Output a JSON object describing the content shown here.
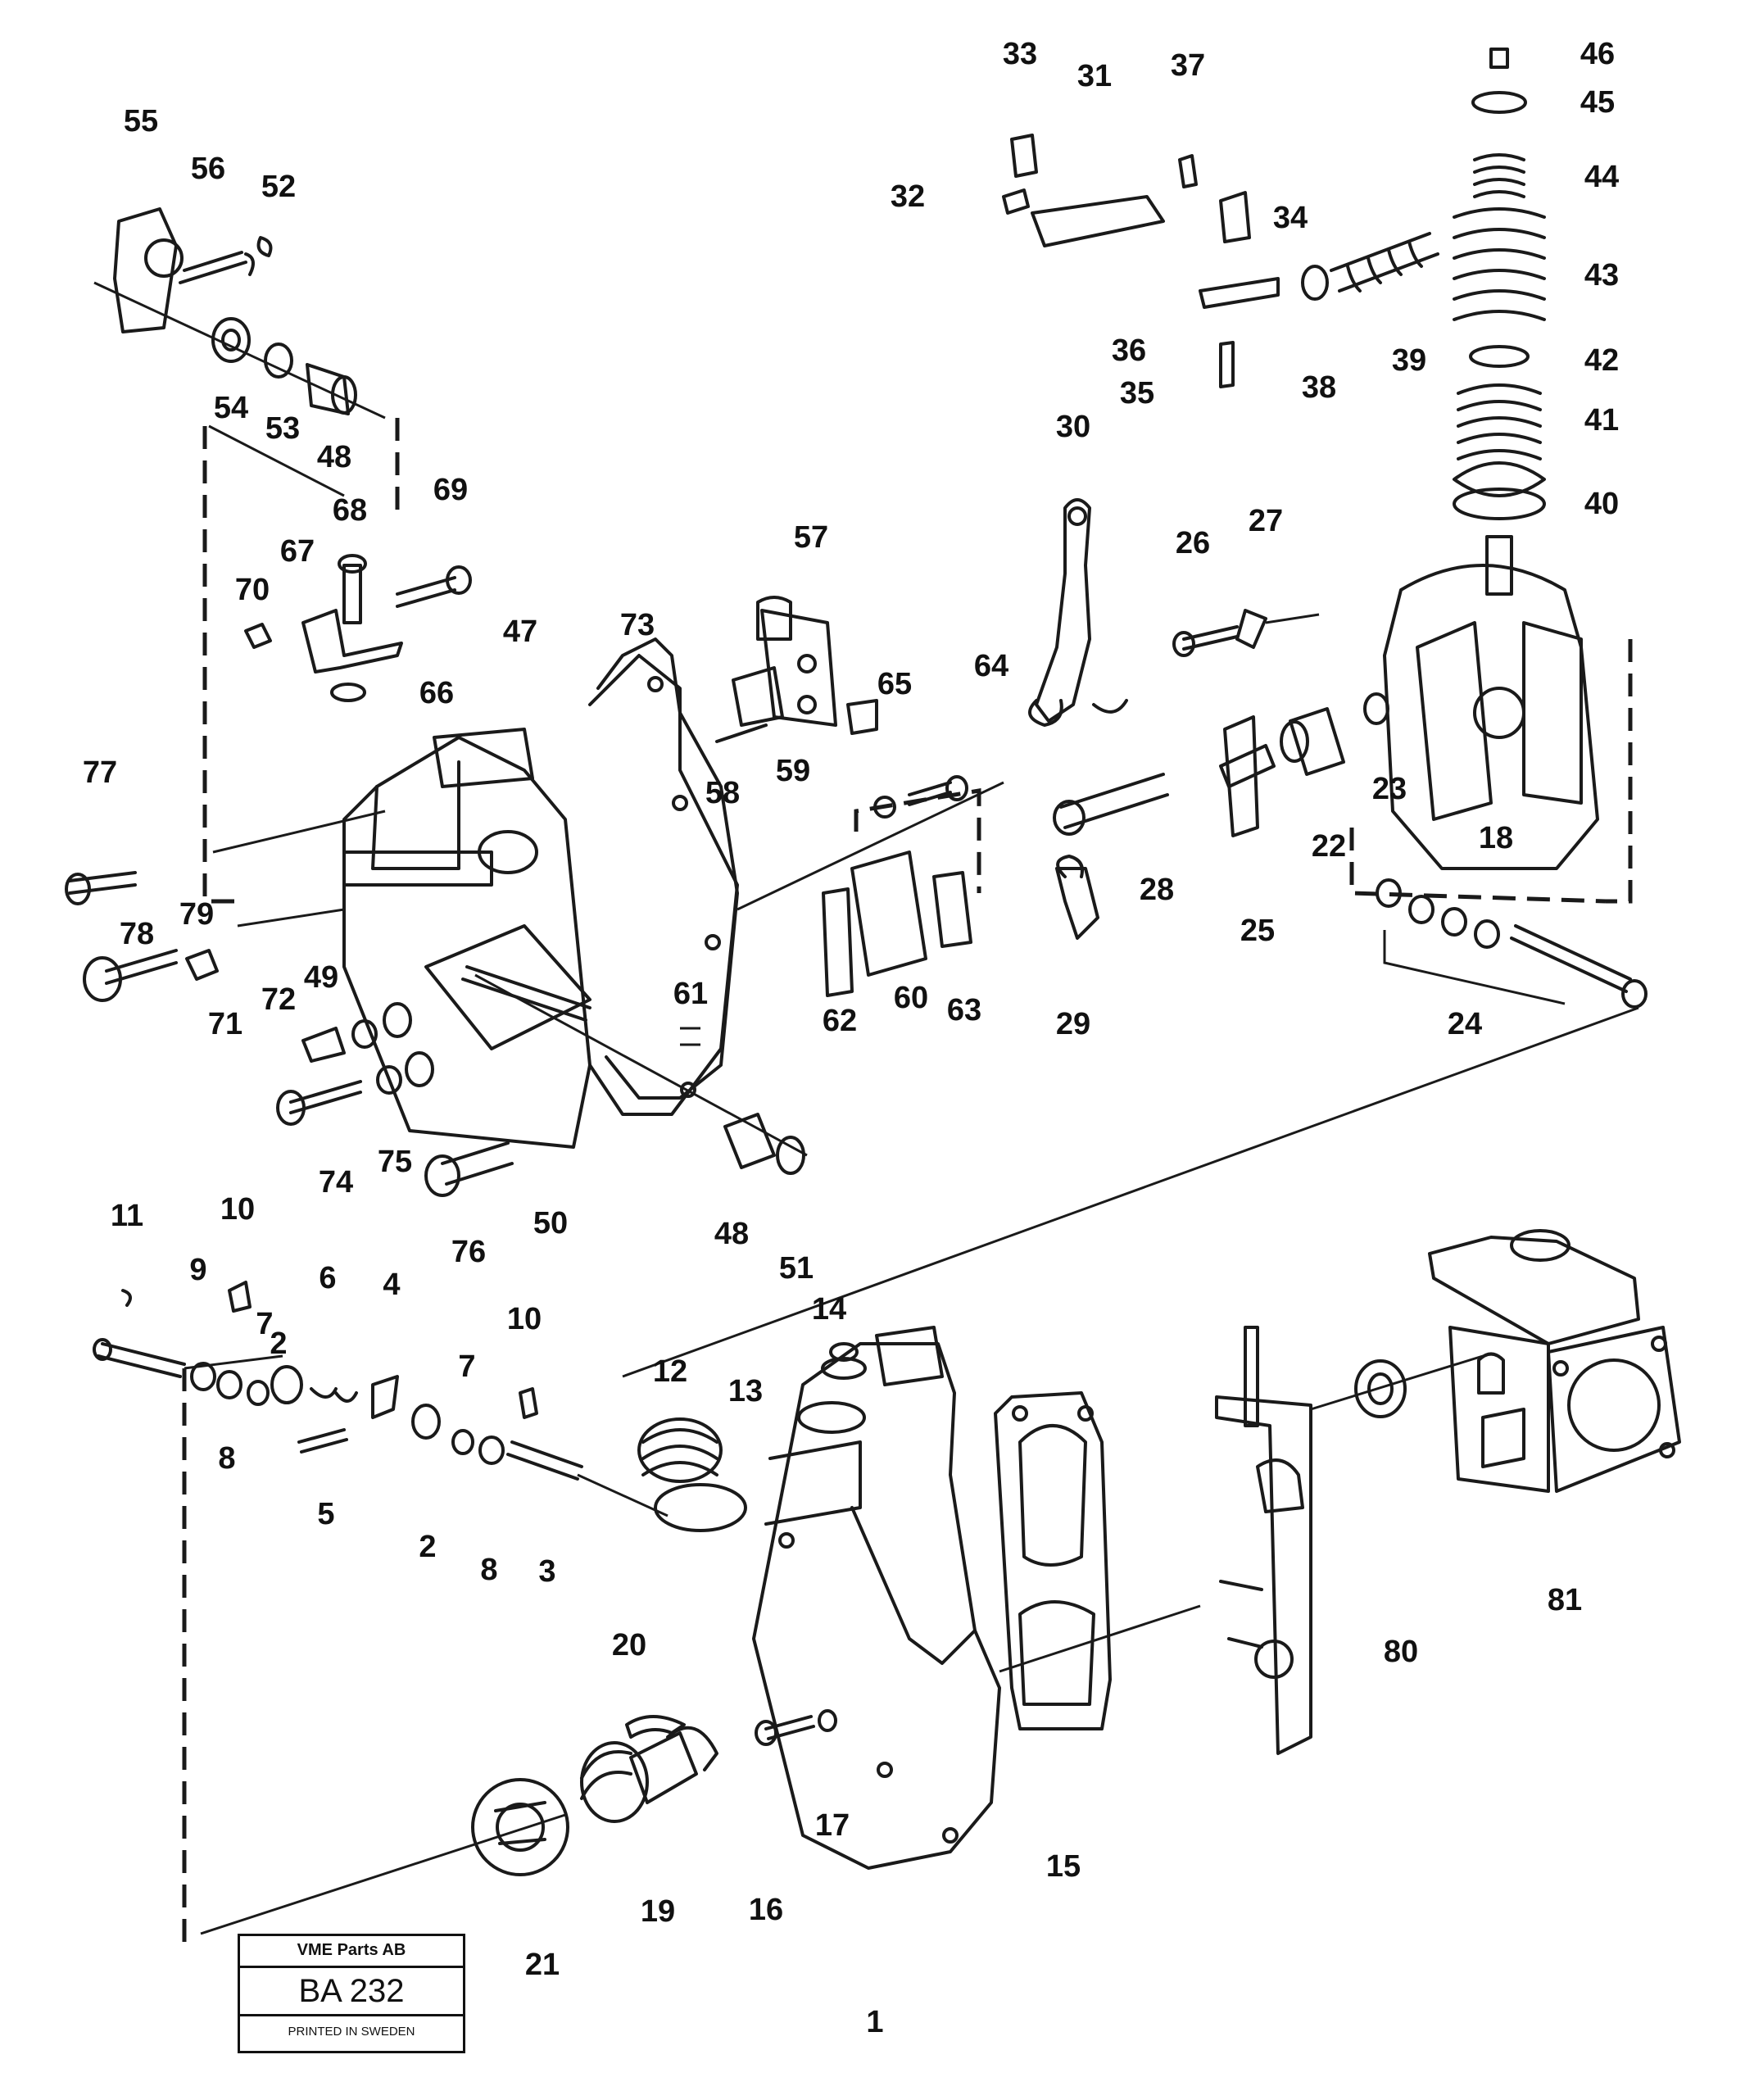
{
  "stamp": {
    "company": "VME Parts AB",
    "code": "BA 232",
    "printed": "PRINTED IN SWEDEN"
  },
  "labels": [
    "1",
    "2",
    "2",
    "3",
    "4",
    "5",
    "6",
    "7",
    "7",
    "8",
    "8",
    "9",
    "10",
    "10",
    "11",
    "12",
    "13",
    "14",
    "15",
    "16",
    "17",
    "18",
    "19",
    "20",
    "21",
    "22",
    "23",
    "24",
    "25",
    "26",
    "27",
    "28",
    "29",
    "30",
    "31",
    "32",
    "33",
    "34",
    "35",
    "36",
    "37",
    "38",
    "39",
    "40",
    "41",
    "42",
    "43",
    "44",
    "45",
    "46",
    "47",
    "48",
    "48",
    "49",
    "50",
    "51",
    "52",
    "53",
    "54",
    "55",
    "56",
    "57",
    "58",
    "59",
    "60",
    "61",
    "62",
    "63",
    "64",
    "65",
    "66",
    "67",
    "68",
    "69",
    "70",
    "71",
    "72",
    "73",
    "74",
    "75",
    "76",
    "77",
    "78",
    "79",
    "80",
    "81"
  ]
}
